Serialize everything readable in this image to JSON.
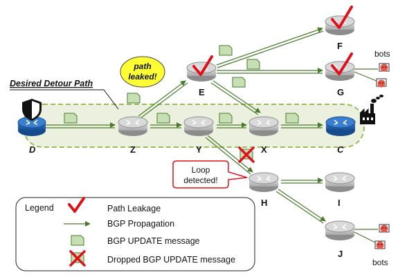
{
  "title": "Desired Detour Path",
  "nodes": {
    "D": "D",
    "Z": "Z",
    "Y": "Y",
    "X": "X",
    "C": "C",
    "E": "E",
    "F": "F",
    "G": "G",
    "H": "H",
    "I": "I",
    "J": "J"
  },
  "callouts": {
    "leaked_line1": "path",
    "leaked_line2": "leaked!",
    "loop_line1": "Loop",
    "loop_line2": "detected!"
  },
  "bots_label_1": "bots",
  "bots_label_2": "bots",
  "legend": {
    "heading": "Legend",
    "items": [
      {
        "label": "Path Leakage",
        "icon": "red-checkmark-icon"
      },
      {
        "label": "BGP Propagation",
        "icon": "green-arrow-icon"
      },
      {
        "label": "BGP UPDATE message",
        "icon": "green-message-icon"
      },
      {
        "label": "Dropped BGP UPDATE message",
        "icon": "dropped-message-icon"
      }
    ]
  },
  "colors": {
    "router_gray": "#bfbfbf",
    "router_blue": "#1f5fa8",
    "arrow_green": "#4a7a2c",
    "message_fill": "#c6e0b4",
    "detour_fill": "#ebf1de",
    "leak_red": "#e0101a",
    "bubble_yellow": "#ffff33"
  }
}
